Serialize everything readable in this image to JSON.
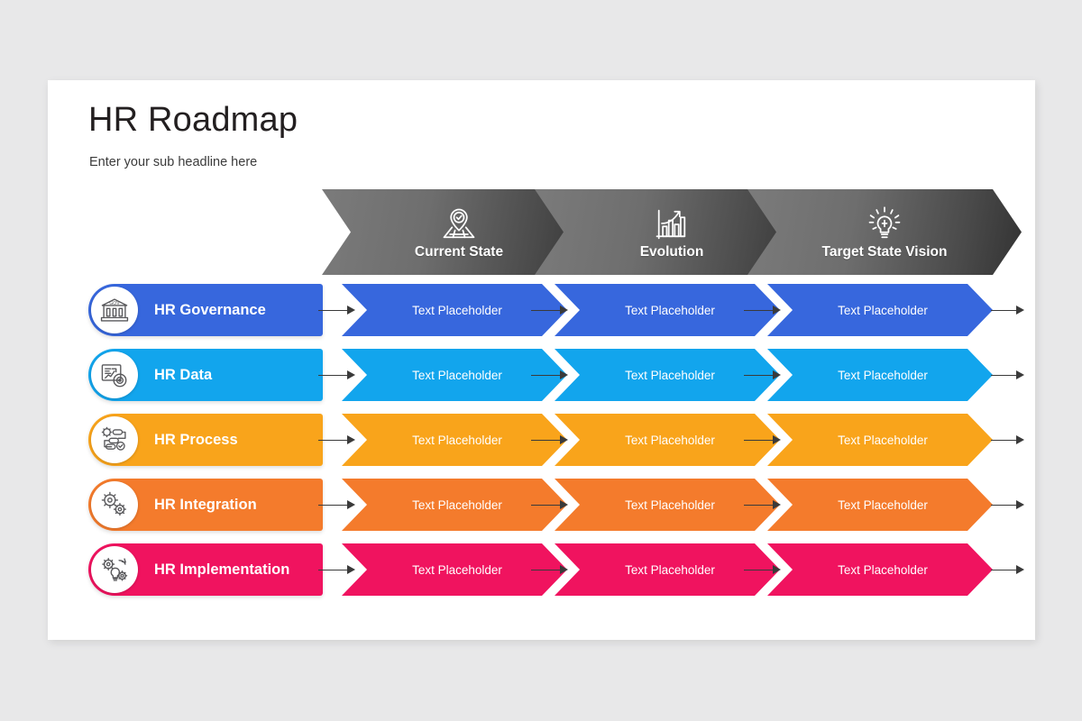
{
  "slide": {
    "title": "HR Roadmap",
    "subtitle": "Enter your sub headline here",
    "background": "#e8e8e9",
    "surface": "#ffffff"
  },
  "header": {
    "gradient_from": "#7b7b7b",
    "gradient_to": "#333333",
    "columns": [
      {
        "label": "Current State",
        "icon": "location-pin-map-icon"
      },
      {
        "label": "Evolution",
        "icon": "bar-chart-growth-icon"
      },
      {
        "label": "Target State Vision",
        "icon": "lightbulb-idea-icon"
      }
    ]
  },
  "rows": [
    {
      "label": "HR Governance",
      "color": "#3767dd",
      "icon": "government-building-icon",
      "cells": [
        "Text Placeholder",
        "Text Placeholder",
        "Text Placeholder"
      ]
    },
    {
      "label": "HR Data",
      "color": "#12a5ed",
      "icon": "data-analytics-chart-icon",
      "cells": [
        "Text Placeholder",
        "Text Placeholder",
        "Text Placeholder"
      ]
    },
    {
      "label": "HR Process",
      "color": "#f9a41b",
      "icon": "process-flow-gear-icon",
      "cells": [
        "Text Placeholder",
        "Text Placeholder",
        "Text Placeholder"
      ]
    },
    {
      "label": "HR Integration",
      "color": "#f47b2c",
      "icon": "gears-integration-icon",
      "cells": [
        "Text Placeholder",
        "Text Placeholder",
        "Text Placeholder"
      ]
    },
    {
      "label": "HR Implementation",
      "color": "#f0135f",
      "icon": "gear-lightbulb-icon",
      "cells": [
        "Text Placeholder",
        "Text Placeholder",
        "Text Placeholder"
      ]
    }
  ],
  "connectors": {
    "color": "#3a3a3a",
    "icon": "arrow-right-icon"
  }
}
